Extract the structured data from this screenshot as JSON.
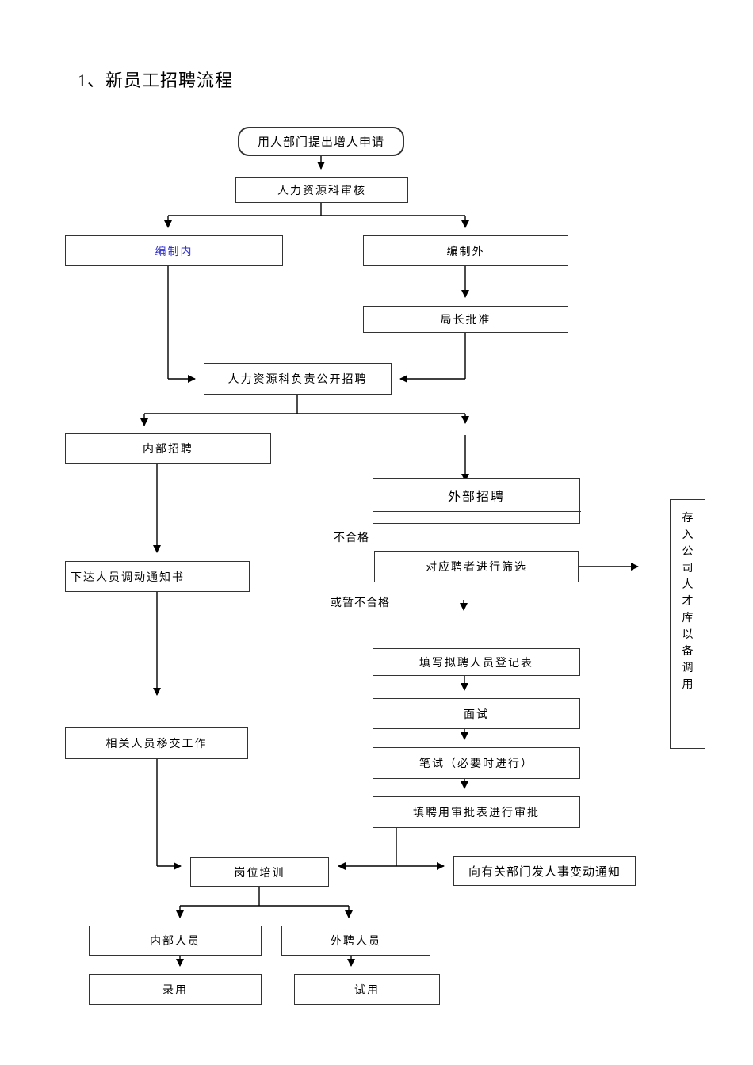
{
  "page": {
    "title": "1、新员工招聘流程"
  },
  "flowchart": {
    "nodes": {
      "start": {
        "label": "用人部门提出增人申请"
      },
      "hr_review": {
        "label": "人力资源科审核"
      },
      "inside_quota": {
        "label": "编制内"
      },
      "outside_quota": {
        "label": "编制外"
      },
      "director": {
        "label": "局长批准"
      },
      "open_recruit": {
        "label": "人力资源科负责公开招聘"
      },
      "internal": {
        "label": "内部招聘"
      },
      "external": {
        "label": "外部招聘"
      },
      "screening": {
        "label": "对应聘者进行筛选"
      },
      "talent_pool": {
        "label": "存入公司人才库以备调用"
      },
      "transfer_notice": {
        "label": "下达人员调动通知书"
      },
      "registration": {
        "label": "填写拟聘人员登记表"
      },
      "interview": {
        "label": "面试"
      },
      "written_test": {
        "label": "笔试（必要时进行）"
      },
      "approval": {
        "label": "填聘用审批表进行审批"
      },
      "handover": {
        "label": "相关人员移交工作"
      },
      "training": {
        "label": "岗位培训"
      },
      "hr_change": {
        "label": "向有关部门发人事变动通知"
      },
      "internal_staff": {
        "label": "内部人员"
      },
      "external_staff": {
        "label": "外聘人员"
      },
      "hire": {
        "label": "录用"
      },
      "probation": {
        "label": "试用"
      }
    },
    "labels": {
      "unqualified": "不合格",
      "or_temp_unqualified": "或暂不合格"
    },
    "colors": {
      "inside_quota_text": "#3333CC",
      "line": "#000000",
      "box_border": "#333333"
    }
  }
}
